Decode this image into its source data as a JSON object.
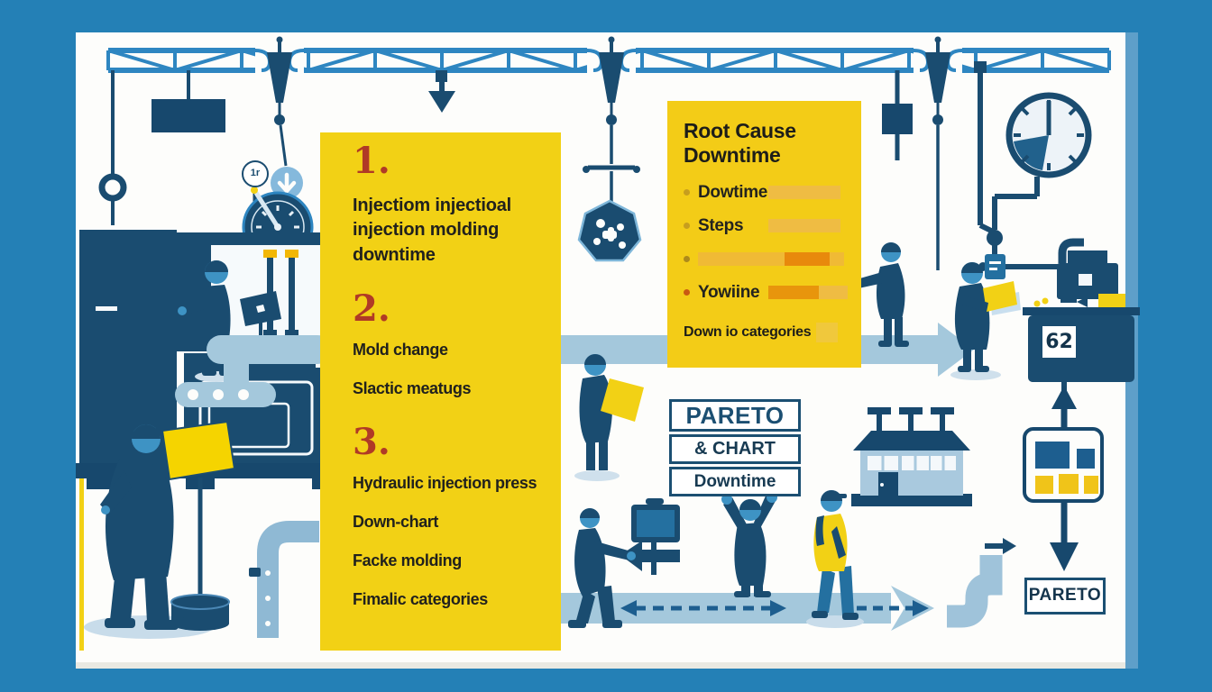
{
  "colors": {
    "frame_blue": "#2480B6",
    "canvas": "#FDFDFB",
    "navy": "#1A4C70",
    "mid_blue": "#2E86C1",
    "light_blue": "#A4C8DC",
    "panel_yellow": "#F2D115",
    "accent_orange": "#E8890C",
    "number_red": "#B03A26"
  },
  "left_panel": {
    "sections": [
      {
        "number": "1.",
        "tight": true,
        "items": [
          "Injectiom injectioal",
          "injection molding",
          "downtime"
        ]
      },
      {
        "number": "2.",
        "tight": false,
        "items": [
          "Mold change",
          "Slactic meatugs"
        ]
      },
      {
        "number": "3.",
        "tight": false,
        "items": [
          "Hydraulic injection press",
          "Down-chart",
          "Facke molding",
          "Fimalic categories"
        ]
      }
    ]
  },
  "root_cause_panel": {
    "title_line1": "Root Cause",
    "title_line2": "Downtime",
    "items": [
      {
        "label": "Dowtime",
        "dot": "#C79E1E",
        "segments": [
          {
            "w": 80,
            "c": "#EFBC43"
          }
        ]
      },
      {
        "label": "Steps",
        "dot": "#C79E1E",
        "segments": [
          {
            "w": 80,
            "c": "#EFBC43"
          }
        ]
      },
      {
        "label": "",
        "dot": "#AD8A1C",
        "segments": [
          {
            "w": 96,
            "c": "#F0BA35"
          },
          {
            "w": 50,
            "c": "#E8890C"
          },
          {
            "w": 16,
            "c": "#F0BA35"
          }
        ]
      },
      {
        "label": "Yowiine",
        "dot": "#C95A12",
        "segments": [
          {
            "w": 56,
            "c": "#E8950C"
          },
          {
            "w": 32,
            "c": "#EFBC43"
          }
        ]
      }
    ],
    "footer_label": "Down io categories",
    "footer_swatch": "#F0C83C"
  },
  "pareto_box": {
    "rows": [
      "PARETO",
      "& CHART",
      "Downtime"
    ]
  },
  "pareto_tag": "PARETO",
  "machine_badge": "62",
  "gauge_badge": "1r"
}
